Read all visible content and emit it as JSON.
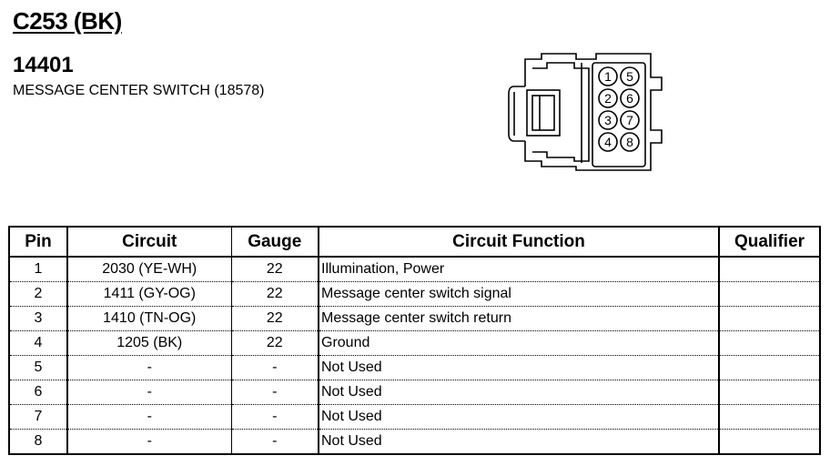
{
  "header": {
    "connector_id": "C253 (BK)",
    "part_number": "14401",
    "description": "MESSAGE CENTER SWITCH (18578)"
  },
  "connector_diagram": {
    "pin_labels": [
      "1",
      "2",
      "3",
      "4",
      "5",
      "6",
      "7",
      "8"
    ]
  },
  "table": {
    "columns": [
      "Pin",
      "Circuit",
      "Gauge",
      "Circuit Function",
      "Qualifier"
    ],
    "rows": [
      {
        "pin": "1",
        "circuit": "2030 (YE-WH)",
        "gauge": "22",
        "function": "Illumination, Power",
        "qualifier": ""
      },
      {
        "pin": "2",
        "circuit": "1411 (GY-OG)",
        "gauge": "22",
        "function": "Message center switch signal",
        "qualifier": ""
      },
      {
        "pin": "3",
        "circuit": "1410 (TN-OG)",
        "gauge": "22",
        "function": "Message center switch return",
        "qualifier": ""
      },
      {
        "pin": "4",
        "circuit": "1205 (BK)",
        "gauge": "22",
        "function": "Ground",
        "qualifier": ""
      },
      {
        "pin": "5",
        "circuit": "-",
        "gauge": "-",
        "function": "Not Used",
        "qualifier": ""
      },
      {
        "pin": "6",
        "circuit": "-",
        "gauge": "-",
        "function": "Not Used",
        "qualifier": ""
      },
      {
        "pin": "7",
        "circuit": "-",
        "gauge": "-",
        "function": "Not Used",
        "qualifier": ""
      },
      {
        "pin": "8",
        "circuit": "-",
        "gauge": "-",
        "function": "Not Used",
        "qualifier": ""
      }
    ]
  }
}
